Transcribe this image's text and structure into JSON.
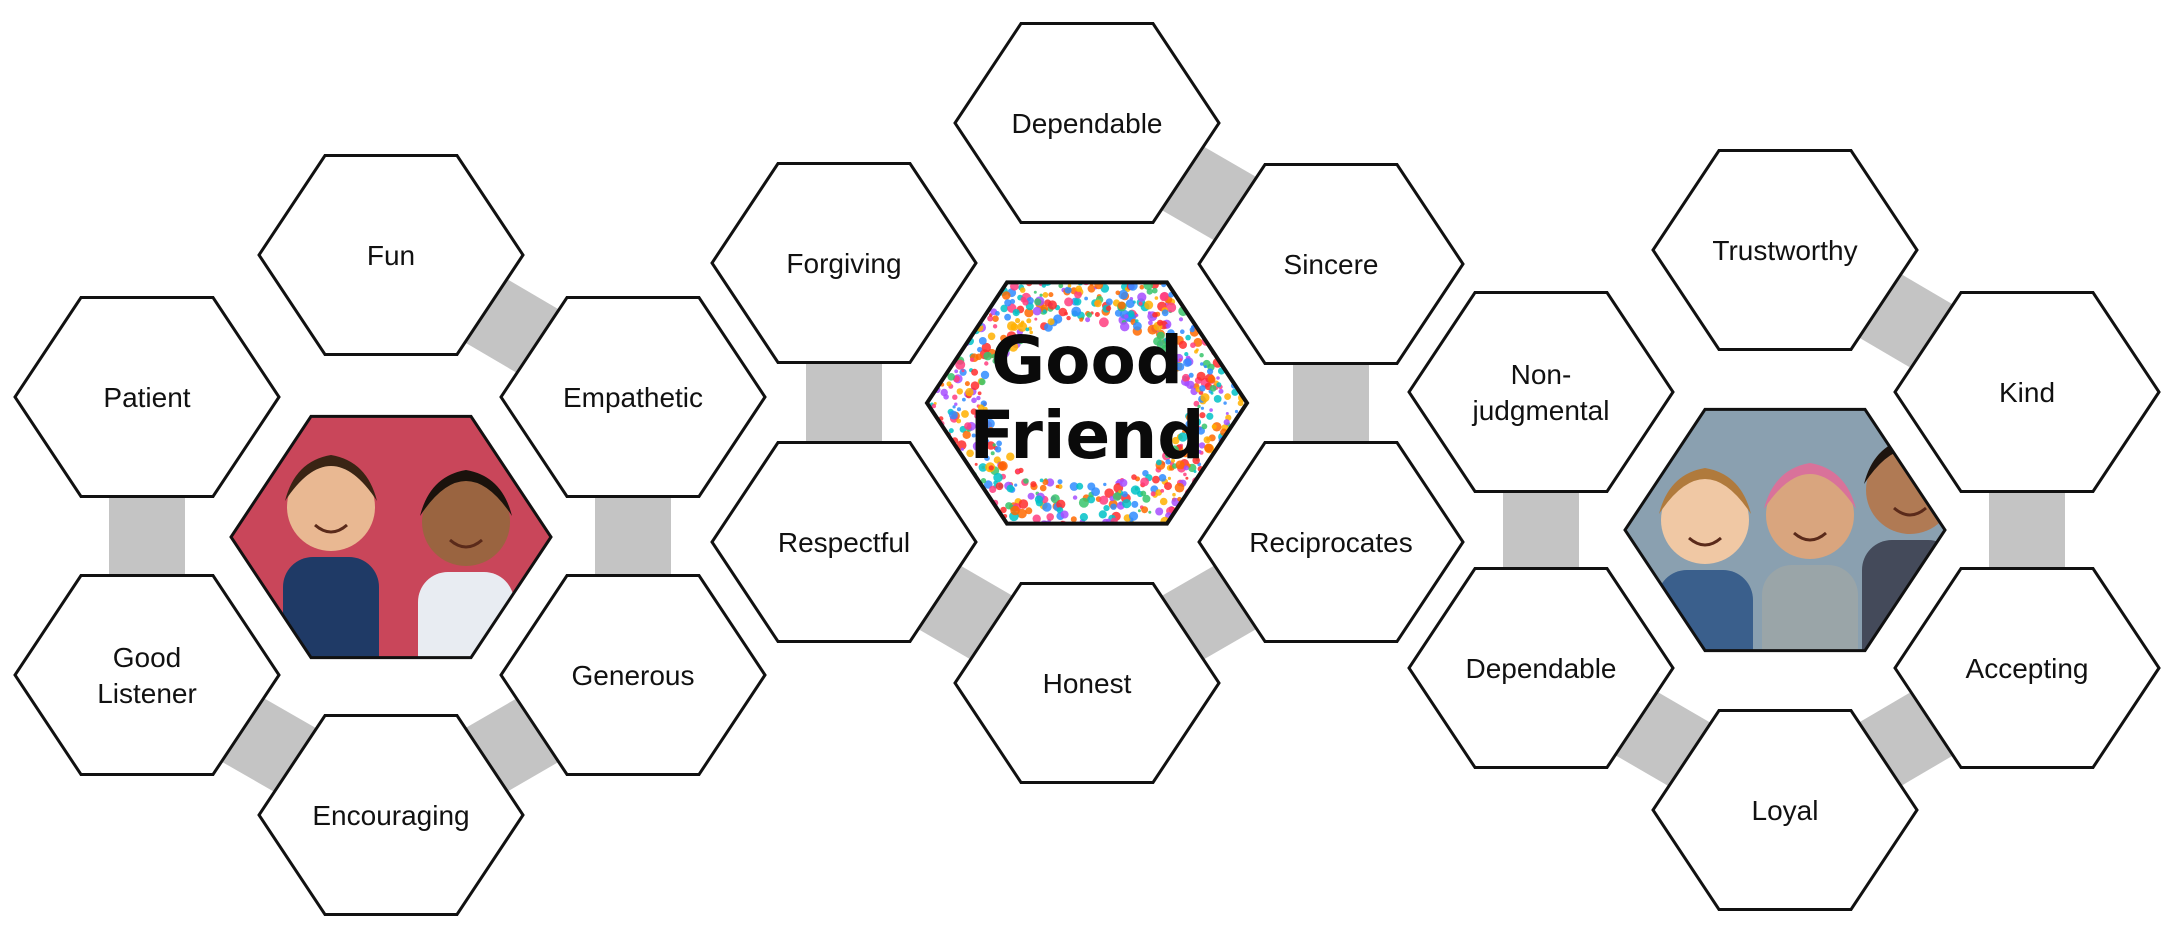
{
  "colors": {
    "hex_stroke": "#111111",
    "hex_fill": "#ffffff",
    "connector": "#c4c4c4",
    "photo_left_bg": "#c9465a",
    "photo_right_bg": "#8aa0b0",
    "confetti": [
      "#ff3d7f",
      "#ffb000",
      "#37c46b",
      "#2f8cff",
      "#a64dff",
      "#ff6a00",
      "#00c2c7",
      "#ff2d2d"
    ]
  },
  "center": {
    "line1": "Good",
    "line2": "Friend"
  },
  "hexagons": [
    {
      "id": "patient",
      "lines": [
        "Patient"
      ]
    },
    {
      "id": "fun",
      "lines": [
        "Fun"
      ]
    },
    {
      "id": "empathetic",
      "lines": [
        "Empathetic"
      ]
    },
    {
      "id": "good-listener",
      "lines": [
        "Good",
        "Listener"
      ]
    },
    {
      "id": "generous",
      "lines": [
        "Generous"
      ]
    },
    {
      "id": "encouraging",
      "lines": [
        "Encouraging"
      ]
    },
    {
      "id": "forgiving",
      "lines": [
        "Forgiving"
      ]
    },
    {
      "id": "respectful",
      "lines": [
        "Respectful"
      ]
    },
    {
      "id": "dependable-top",
      "lines": [
        "Dependable"
      ]
    },
    {
      "id": "honest",
      "lines": [
        "Honest"
      ]
    },
    {
      "id": "sincere",
      "lines": [
        "Sincere"
      ]
    },
    {
      "id": "reciprocates",
      "lines": [
        "Reciprocates"
      ]
    },
    {
      "id": "non-judgmental",
      "lines": [
        "Non-",
        "judgmental"
      ]
    },
    {
      "id": "dependable-bottom",
      "lines": [
        "Dependable"
      ]
    },
    {
      "id": "trustworthy",
      "lines": [
        "Trustworthy"
      ]
    },
    {
      "id": "kind",
      "lines": [
        "Kind"
      ]
    },
    {
      "id": "accepting",
      "lines": [
        "Accepting"
      ]
    },
    {
      "id": "loyal",
      "lines": [
        "Loyal"
      ]
    }
  ],
  "photos": [
    {
      "id": "boys-photo",
      "icon": "two-smiling-boys-photo"
    },
    {
      "id": "girls-photo",
      "icon": "three-smiling-girls-photo"
    }
  ]
}
